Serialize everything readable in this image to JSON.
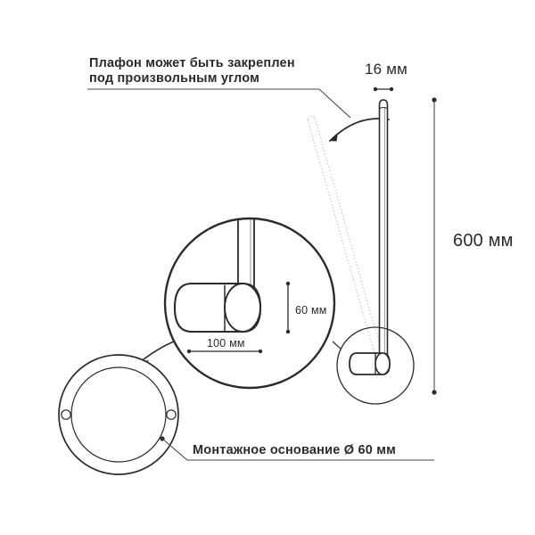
{
  "diagram": {
    "title_note": {
      "line1": "Плафон может быть закреплен",
      "line2": "под произвольным углом"
    },
    "dimensions": {
      "rod_diameter": "16 мм",
      "total_height": "600 мм",
      "shade_diameter": "60 мм",
      "shade_length": "100 мм"
    },
    "base_caption": "Монтажное основание Ø 60 мм",
    "colors": {
      "stroke": "#2b2b2b",
      "thin_stroke": "#4a4a4a",
      "dotted": "#b9b9b9",
      "background": "#ffffff"
    }
  }
}
